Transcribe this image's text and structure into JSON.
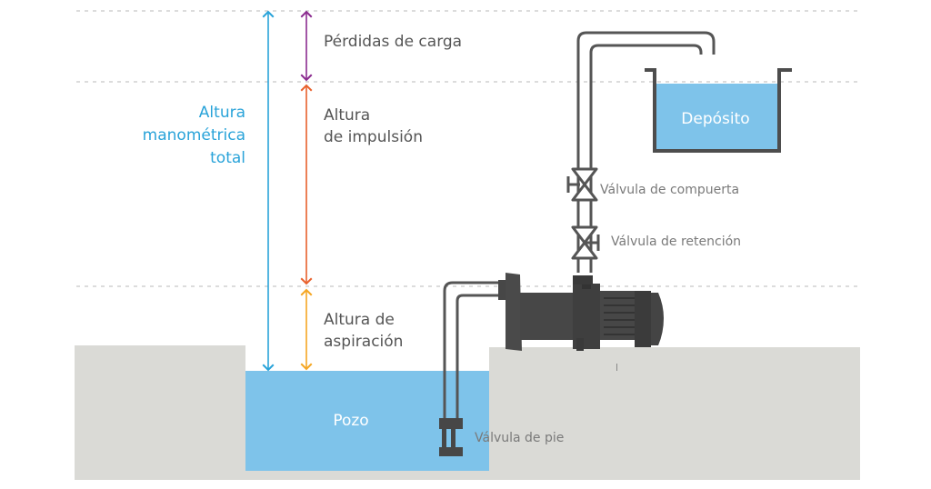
{
  "labels": {
    "perdidas": "Pérdidas de carga",
    "impulsion_1": "Altura",
    "impulsion_2": "de impulsión",
    "aspiracion_1": "Altura de",
    "aspiracion_2": "aspiración",
    "total_1": "Altura",
    "total_2": "manométrica",
    "total_3": "total",
    "deposito": "Depósito",
    "pozo": "Pozo",
    "valvula_compuerta": "Válvula de compuerta",
    "valvula_retencion": "Válvula de retención",
    "valvula_pie": "Válvula de pie"
  },
  "colors": {
    "total": "#29a3d9",
    "perdidas": "#8b2b8f",
    "impulsion": "#e8612c",
    "aspiracion": "#f5a623",
    "water": "#7ec3ea",
    "ground": "#dadad6",
    "pipe": "#555555",
    "pump": "#474747"
  }
}
